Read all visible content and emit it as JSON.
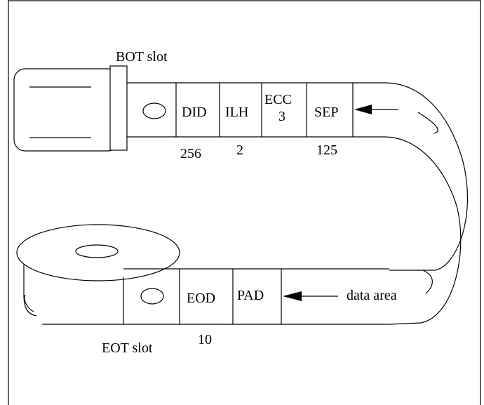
{
  "diagram": {
    "bot_slot_label": "BOT slot",
    "eot_slot_label": "EOT slot",
    "data_area_label": "data area",
    "top_segments": [
      {
        "label": "DID",
        "size": "256"
      },
      {
        "label": "ILH",
        "size": "2"
      },
      {
        "label": "ECC",
        "label2": "3",
        "size": ""
      },
      {
        "label": "SEP",
        "size": "125"
      }
    ],
    "bottom_segments": [
      {
        "label": "EOD",
        "size": "10"
      },
      {
        "label": "PAD",
        "size": ""
      }
    ]
  }
}
